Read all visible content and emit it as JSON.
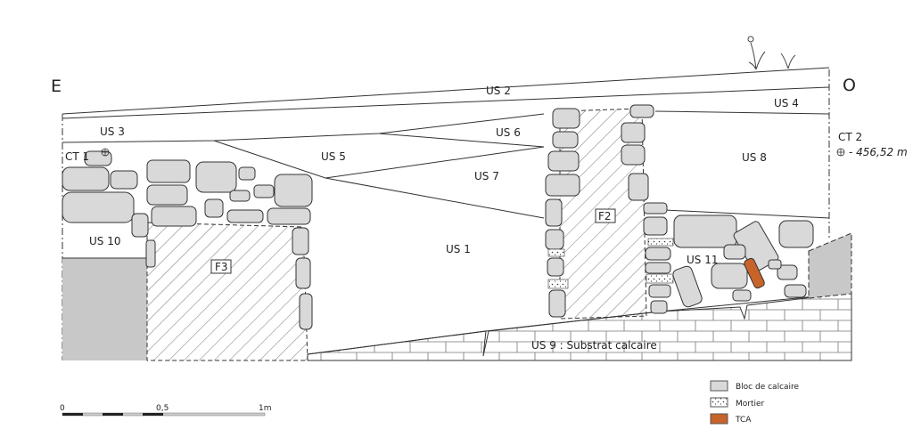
{
  "orientation": {
    "east": "E",
    "west": "O"
  },
  "layers": {
    "us1": "US 1",
    "us2": "US 2",
    "us3": "US 3",
    "us4": "US 4",
    "us5": "US 5",
    "us6": "US 6",
    "us7": "US 7",
    "us8": "US 8",
    "us9": "US 9 : Substrat calcaire",
    "us10": "US 10",
    "us11": "US 11"
  },
  "features": {
    "f2": "F2",
    "f3": "F3"
  },
  "points": {
    "ct1": "CT 1",
    "ct2": "CT 2",
    "ct2_alt": "- 456,52 m"
  },
  "legend": {
    "items": [
      {
        "label": "Bloc de calcaire",
        "color": "#d9d9d9"
      },
      {
        "label": "Mortier",
        "color": "#ffffff"
      },
      {
        "label": "TCA",
        "color": "#c8642a"
      }
    ]
  },
  "scale": {
    "ticks": [
      "0",
      "0,5",
      "1m"
    ]
  },
  "colors": {
    "stone": "#d9d9d9",
    "tca": "#c8642a",
    "bedrock_block": "#c8c8c8"
  }
}
